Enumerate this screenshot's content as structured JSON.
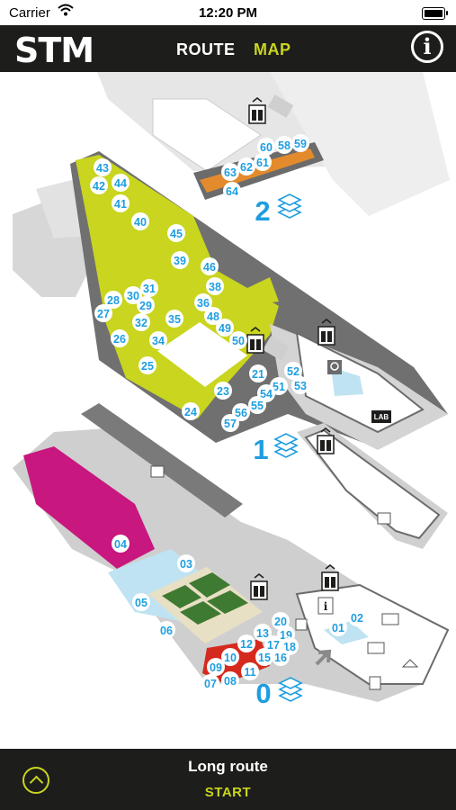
{
  "status_bar": {
    "carrier": "Carrier",
    "time": "12:20 PM"
  },
  "nav": {
    "logo": "STM",
    "tabs": [
      "ROUTE",
      "MAP"
    ],
    "active_tab": "MAP",
    "info_icon": "info-icon"
  },
  "map": {
    "floor_labels": [
      "2",
      "1",
      "0"
    ],
    "lab_label": "LAB",
    "colors": {
      "route": "#c9d51f",
      "pin_text": "#1e9ee0",
      "exhibit_magenta": "#c8177f",
      "floor2_orange": "#e38b2c",
      "wall": "#6b6b6b",
      "floor_light": "#dcdcdc"
    },
    "pins": {
      "floor2": [
        "60",
        "58",
        "59",
        "63",
        "62",
        "61",
        "64"
      ],
      "floor1": [
        "43",
        "44",
        "42",
        "41",
        "40",
        "45",
        "39",
        "46",
        "31",
        "38",
        "28",
        "30",
        "36",
        "29",
        "27",
        "32",
        "35",
        "48",
        "49",
        "26",
        "34",
        "50",
        "25",
        "21",
        "52",
        "51",
        "53",
        "23",
        "54",
        "55",
        "24",
        "56",
        "57"
      ],
      "floor0": [
        "04",
        "03",
        "05",
        "06",
        "20",
        "01",
        "02",
        "19",
        "13",
        "18",
        "17",
        "12",
        "16",
        "15",
        "10",
        "09",
        "11",
        "07",
        "08"
      ]
    }
  },
  "bottom": {
    "route_name": "Long route",
    "start_label": "START"
  }
}
